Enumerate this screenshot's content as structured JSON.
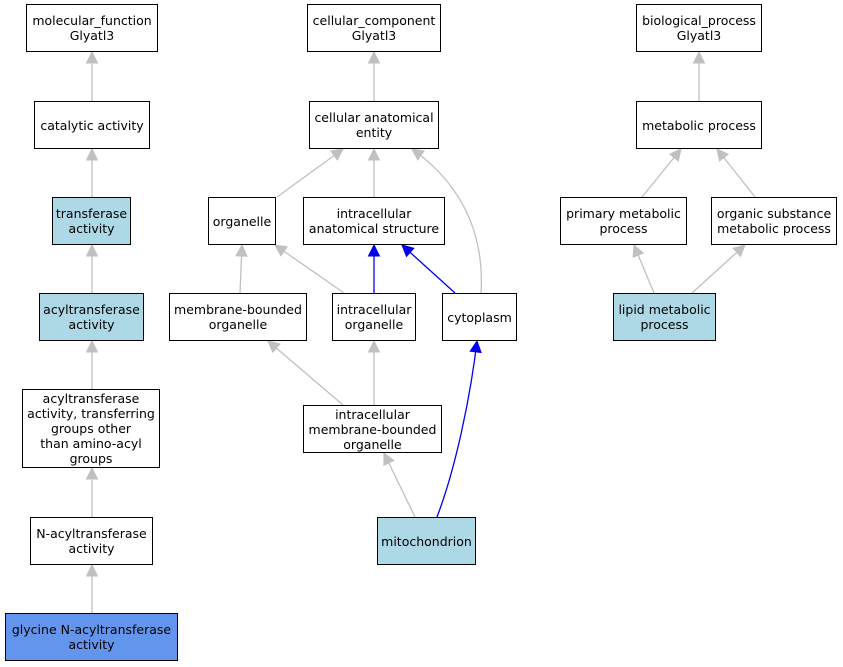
{
  "colors": {
    "background": "#ffffff",
    "node_fill": "#ffffff",
    "highlight_fill": "#add8e6",
    "focus_fill": "#6495ed",
    "edge_gray": "#c0c0c0",
    "edge_blue": "#0000ee",
    "border": "#000000"
  },
  "nodes": {
    "mf_root": {
      "label": "molecular_function\nGlyatl3",
      "style": "normal"
    },
    "catalytic": {
      "label": "catalytic activity",
      "style": "normal"
    },
    "transferase": {
      "label": "transferase\nactivity",
      "style": "highlight"
    },
    "acyltransferase": {
      "label": "acyltransferase\nactivity",
      "style": "highlight"
    },
    "acyl_other": {
      "label": "acyltransferase\nactivity, transferring\ngroups other\nthan amino-acyl\ngroups",
      "style": "normal"
    },
    "n_acyl": {
      "label": "N-acyltransferase\nactivity",
      "style": "normal"
    },
    "glycine": {
      "label": "glycine N-acyltransferase\nactivity",
      "style": "focus"
    },
    "cc_root": {
      "label": "cellular_component\nGlyatl3",
      "style": "normal"
    },
    "cae": {
      "label": "cellular anatomical\nentity",
      "style": "normal"
    },
    "organelle": {
      "label": "organelle",
      "style": "normal"
    },
    "ias": {
      "label": "intracellular\nanatomical structure",
      "style": "normal"
    },
    "mbo": {
      "label": "membrane-bounded\norganelle",
      "style": "normal"
    },
    "io": {
      "label": "intracellular\norganelle",
      "style": "normal"
    },
    "cytoplasm": {
      "label": "cytoplasm",
      "style": "normal"
    },
    "imbo": {
      "label": "intracellular\nmembrane-bounded\norganelle",
      "style": "normal"
    },
    "mito": {
      "label": "mitochondrion",
      "style": "highlight"
    },
    "bp_root": {
      "label": "biological_process\nGlyatl3",
      "style": "normal"
    },
    "metabolic": {
      "label": "metabolic process",
      "style": "normal"
    },
    "primary": {
      "label": "primary metabolic\nprocess",
      "style": "normal"
    },
    "organic": {
      "label": "organic substance\nmetabolic process",
      "style": "normal"
    },
    "lipid": {
      "label": "lipid metabolic\nprocess",
      "style": "highlight"
    }
  },
  "edges": [
    {
      "from": "catalytic",
      "to": "mf_root",
      "color": "gray"
    },
    {
      "from": "transferase",
      "to": "catalytic",
      "color": "gray"
    },
    {
      "from": "acyltransferase",
      "to": "transferase",
      "color": "gray"
    },
    {
      "from": "acyl_other",
      "to": "acyltransferase",
      "color": "gray"
    },
    {
      "from": "n_acyl",
      "to": "acyl_other",
      "color": "gray"
    },
    {
      "from": "glycine",
      "to": "n_acyl",
      "color": "gray"
    },
    {
      "from": "cae",
      "to": "cc_root",
      "color": "gray"
    },
    {
      "from": "organelle",
      "to": "cae",
      "color": "gray"
    },
    {
      "from": "ias",
      "to": "cae",
      "color": "gray"
    },
    {
      "from": "cytoplasm",
      "to": "cae",
      "color": "gray"
    },
    {
      "from": "mbo",
      "to": "organelle",
      "color": "gray"
    },
    {
      "from": "io",
      "to": "organelle",
      "color": "gray"
    },
    {
      "from": "io",
      "to": "ias",
      "color": "blue"
    },
    {
      "from": "cytoplasm",
      "to": "ias",
      "color": "blue"
    },
    {
      "from": "imbo",
      "to": "mbo",
      "color": "gray"
    },
    {
      "from": "imbo",
      "to": "io",
      "color": "gray"
    },
    {
      "from": "mito",
      "to": "imbo",
      "color": "gray"
    },
    {
      "from": "mito",
      "to": "cytoplasm",
      "color": "blue"
    },
    {
      "from": "metabolic",
      "to": "bp_root",
      "color": "gray"
    },
    {
      "from": "primary",
      "to": "metabolic",
      "color": "gray"
    },
    {
      "from": "organic",
      "to": "metabolic",
      "color": "gray"
    },
    {
      "from": "lipid",
      "to": "primary",
      "color": "gray"
    },
    {
      "from": "lipid",
      "to": "organic",
      "color": "gray"
    }
  ]
}
